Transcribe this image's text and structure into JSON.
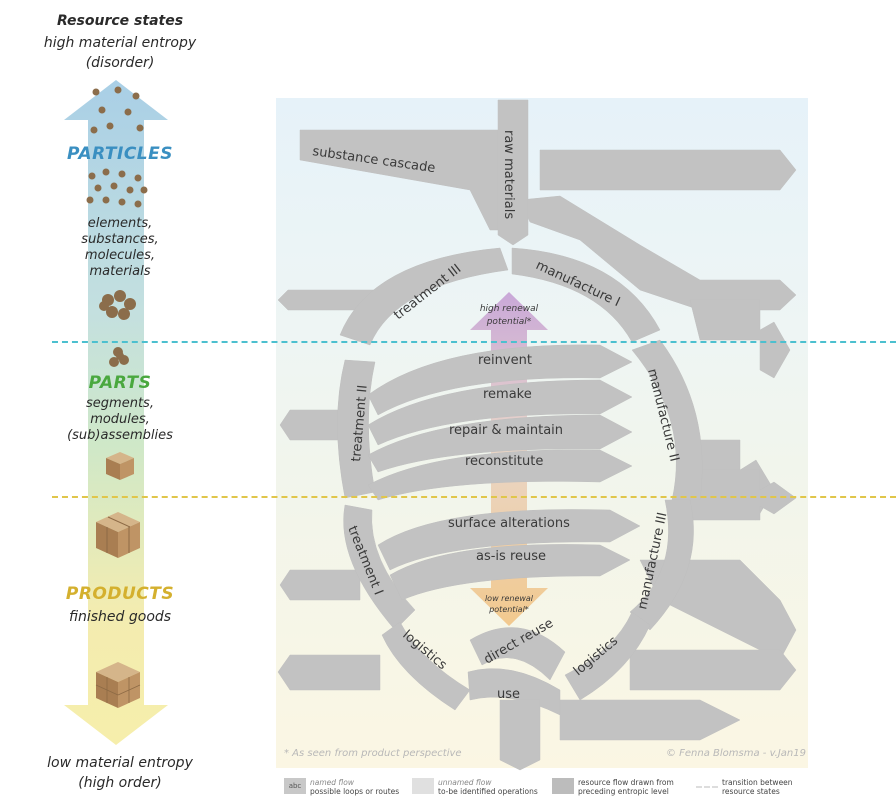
{
  "left": {
    "title": "Resource states",
    "top_caption": "high material entropy",
    "top_caption2": "(disorder)",
    "particles_label": "PARTICLES",
    "particles_items": [
      "elements,",
      "substances,",
      "molecules,",
      "materials"
    ],
    "parts_label": "PARTS",
    "parts_items": [
      "segments,",
      "modules,",
      "(sub)assemblies"
    ],
    "products_label": "PRODUCTS",
    "products_desc": "finished goods",
    "bottom_caption": "low material entropy",
    "bottom_caption2": "(high order)",
    "colors": {
      "particles": "#3a8fc1",
      "parts": "#4aa83f",
      "products": "#d4b02e"
    }
  },
  "diagram": {
    "flows": {
      "substance_cascade": "substance cascade",
      "raw_materials": "raw materials",
      "treatment_iii": "treatment III",
      "manufacture_i": "manufacture I",
      "treatment_ii": "treatment II",
      "manufacture_ii": "manufacture II",
      "treatment_i": "treatment I",
      "manufacture_iii": "manufacture III",
      "logistics_left": "logistics",
      "logistics_right": "logistics",
      "reinvent": "reinvent",
      "remake": "remake",
      "repair_maintain": "repair & maintain",
      "reconstitute": "reconstitute",
      "surface_alterations": "surface alterations",
      "as_is_reuse": "as-is reuse",
      "direct_reuse": "direct reuse",
      "use": "use"
    },
    "high_renewal": [
      "high renewal",
      "potential*"
    ],
    "low_renewal": [
      "low renewal",
      "potential*"
    ],
    "footnote": "* As seen from product perspective",
    "credit": "© Fenna Blomsma - v.Jan19"
  },
  "legend": [
    {
      "icon": "abc",
      "title": "named flow",
      "text": "possible loops or routes"
    },
    {
      "icon": "",
      "title": "unnamed flow",
      "text": "to-be identified operations"
    },
    {
      "icon": "",
      "title": "",
      "text": "resource flow drawn from preceding entropic level"
    },
    {
      "icon": "",
      "title": "",
      "text": "transition between resource states"
    }
  ]
}
